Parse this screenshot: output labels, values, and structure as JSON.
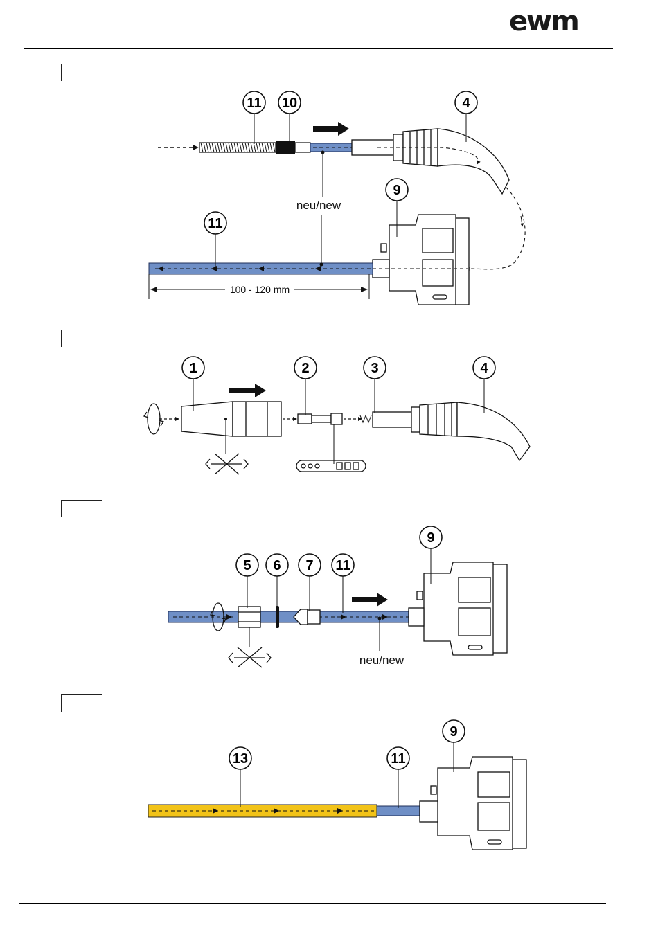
{
  "brand": {
    "logo_text": "ewm",
    "color": "#1a1a1a"
  },
  "colors": {
    "new_liner": "#6f8fc6",
    "liner_outline": "#1f2f5a",
    "yellow_liner": "#f2c318",
    "line": "#111111"
  },
  "figure1": {
    "callouts": [
      "11",
      "10",
      "4",
      "9",
      "11"
    ],
    "label_new": "neu/new",
    "dimension": "100 - 120 mm"
  },
  "figure2": {
    "callouts": [
      "1",
      "2",
      "3",
      "4"
    ]
  },
  "figure3": {
    "callouts": [
      "5",
      "6",
      "7",
      "11",
      "9"
    ],
    "label_new": "neu/new"
  },
  "figure4": {
    "callouts": [
      "13",
      "11",
      "9"
    ]
  }
}
